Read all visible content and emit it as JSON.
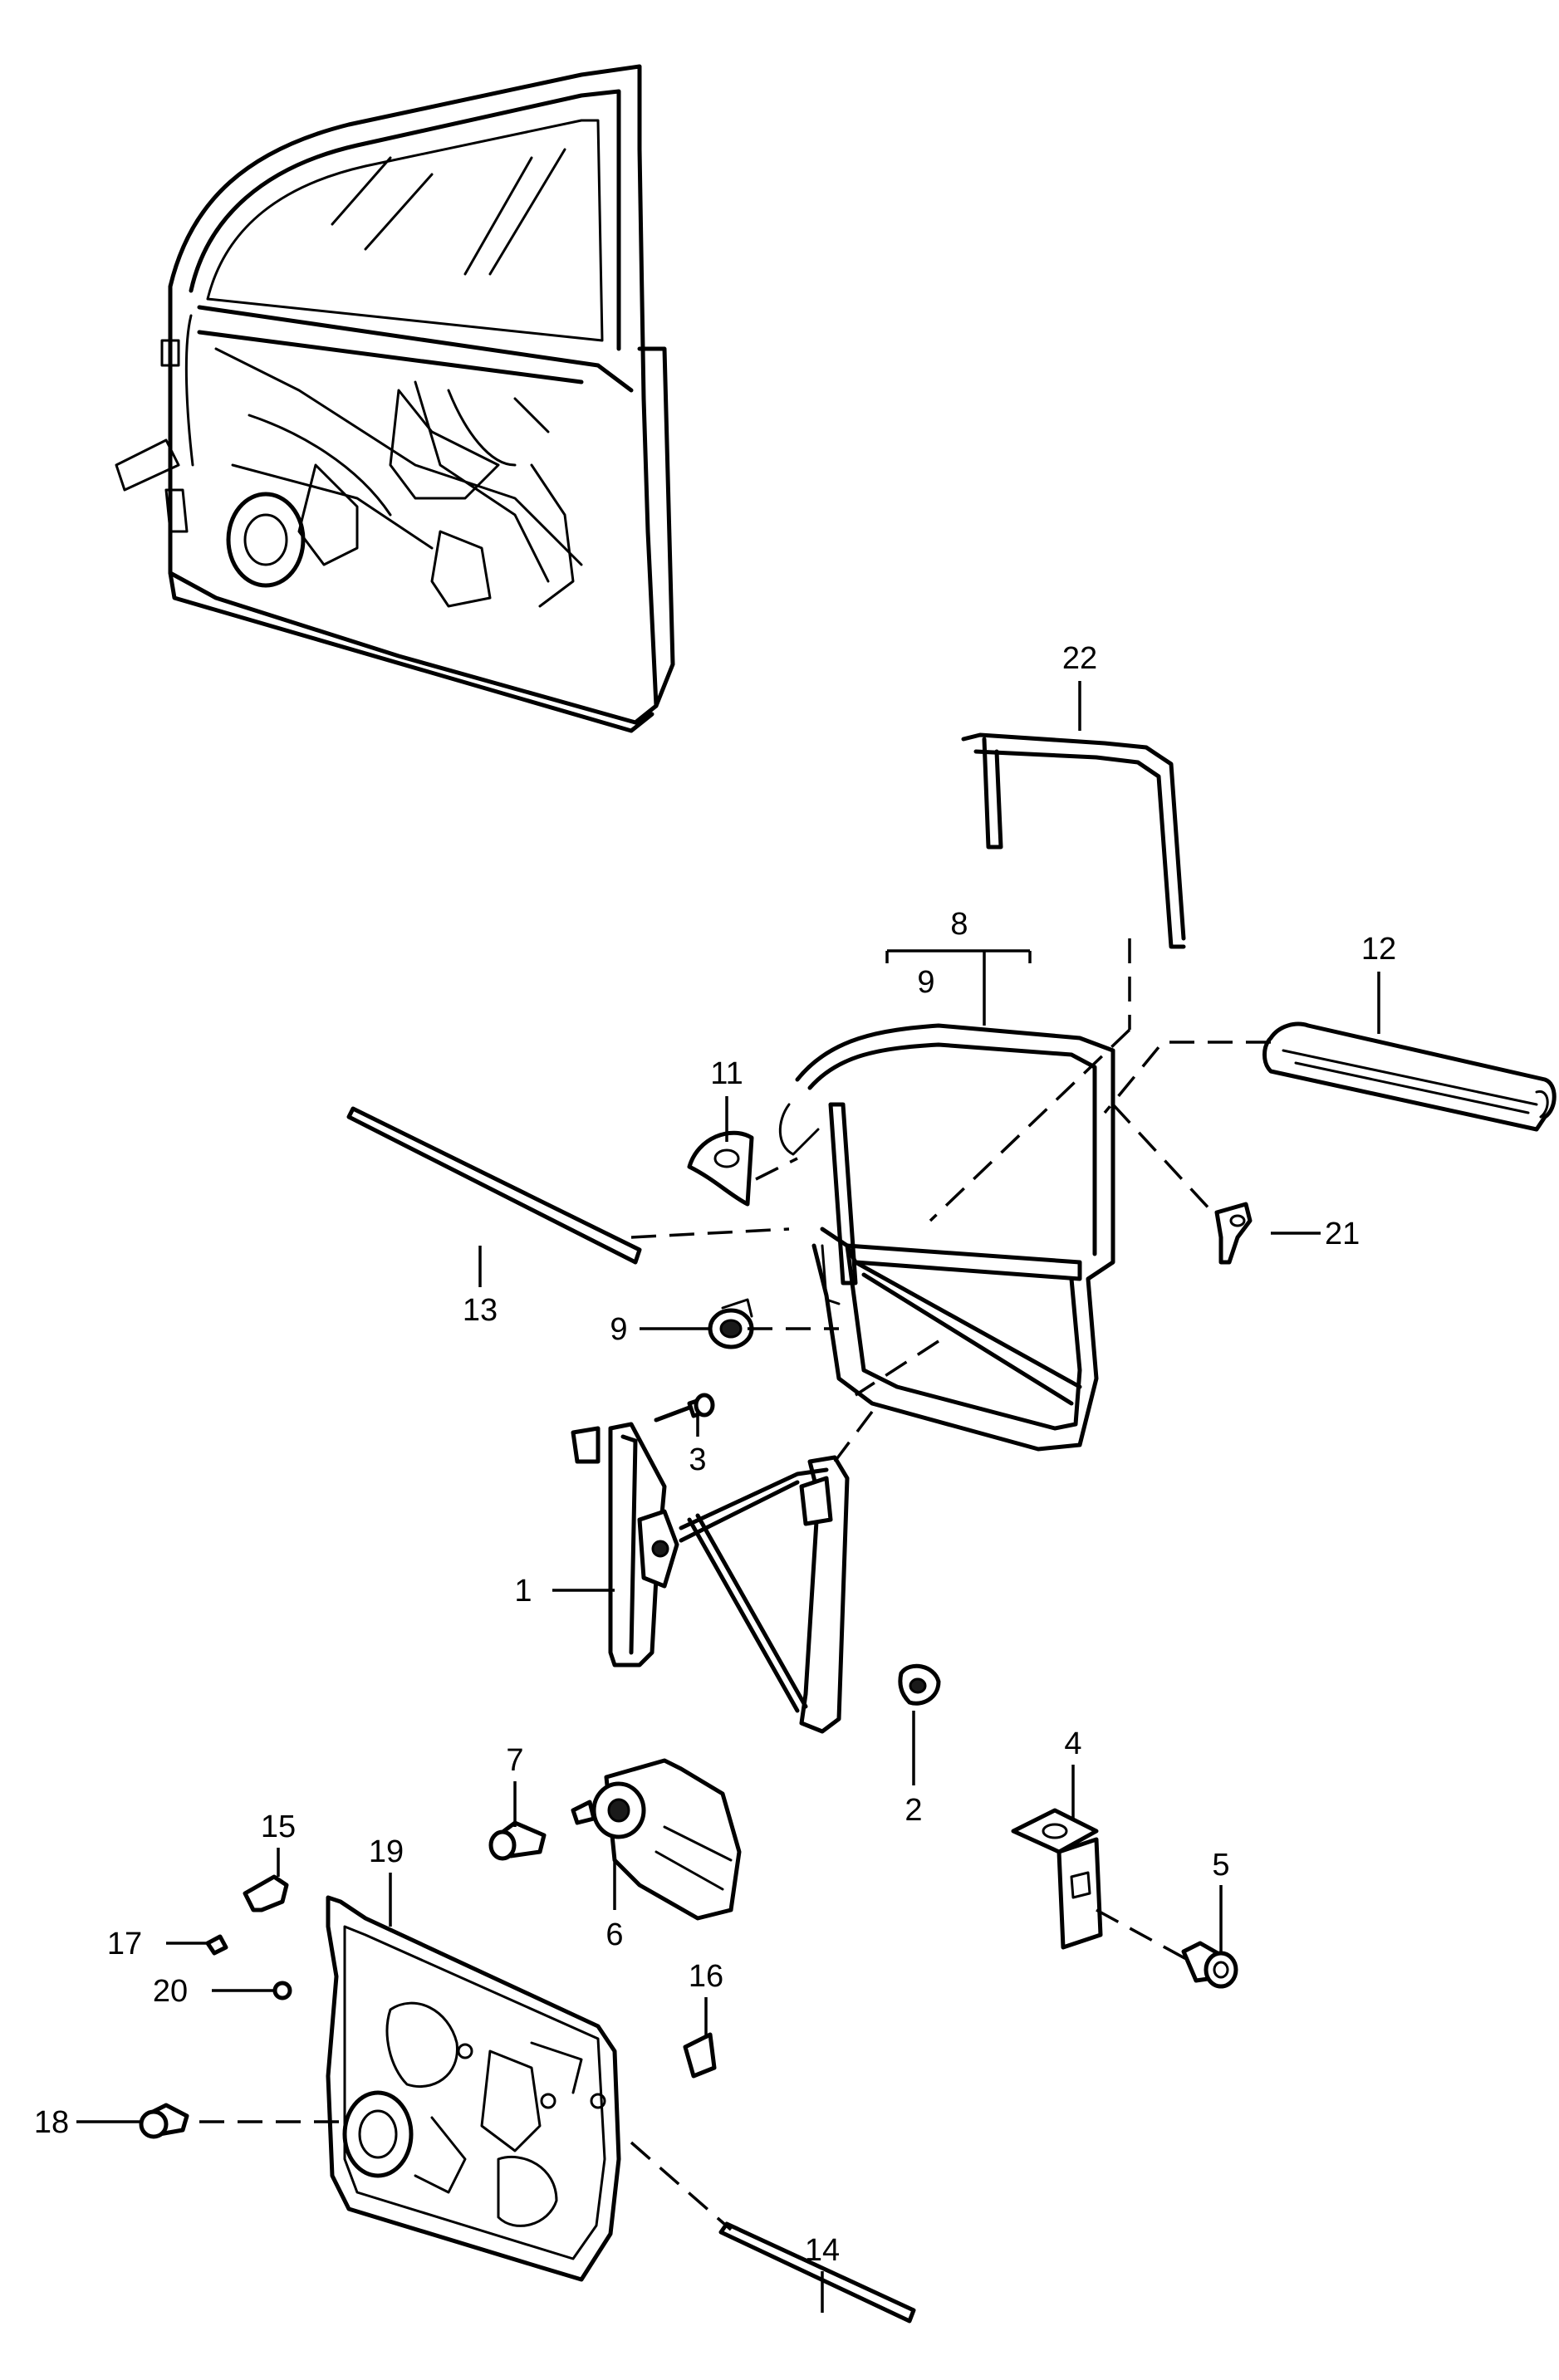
{
  "callouts": {
    "c1": "1",
    "c2": "2",
    "c3": "3",
    "c4": "4",
    "c5": "5",
    "c6": "6",
    "c7": "7",
    "c8": "8",
    "c9_top": "9",
    "c9_side": "9",
    "c11": "11",
    "c12": "12",
    "c13": "13",
    "c14": "14",
    "c15": "15",
    "c16": "16",
    "c17": "17",
    "c18": "18",
    "c19": "19",
    "c20": "20",
    "c21": "21",
    "c22": "22"
  }
}
